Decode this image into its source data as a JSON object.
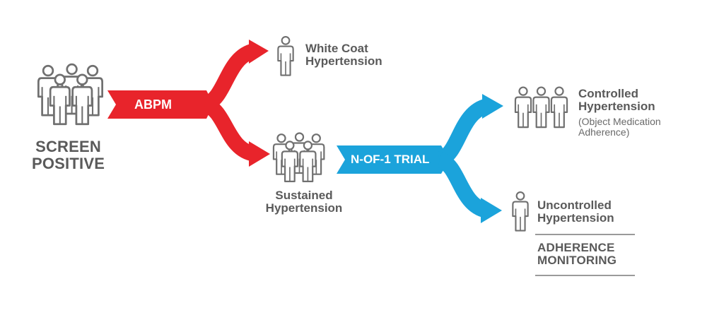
{
  "colors": {
    "red_arrow": "#e8242b",
    "blue_arrow": "#1ba3db",
    "icon_gray": "#707070",
    "text_gray": "#5a5a5a",
    "line_gray": "#9a9a9a"
  },
  "icons": {
    "group": "people-group-icon",
    "single": "person-icon"
  },
  "screen_positive": {
    "line1": "SCREEN",
    "line2": "POSITIVE"
  },
  "abpm_label": "ABPM",
  "white_coat": {
    "line1": "White Coat",
    "line2": "Hypertension"
  },
  "sustained": {
    "line1": "Sustained",
    "line2": "Hypertension"
  },
  "nof1_label": "N-OF-1 TRIAL",
  "controlled": {
    "line1": "Controlled",
    "line2": "Hypertension",
    "note1": "(Object Medication",
    "note2": "Adherence)"
  },
  "uncontrolled": {
    "line1": "Uncontrolled",
    "line2": "Hypertension"
  },
  "adherence": {
    "line1": "ADHERENCE",
    "line2": "MONITORING"
  }
}
